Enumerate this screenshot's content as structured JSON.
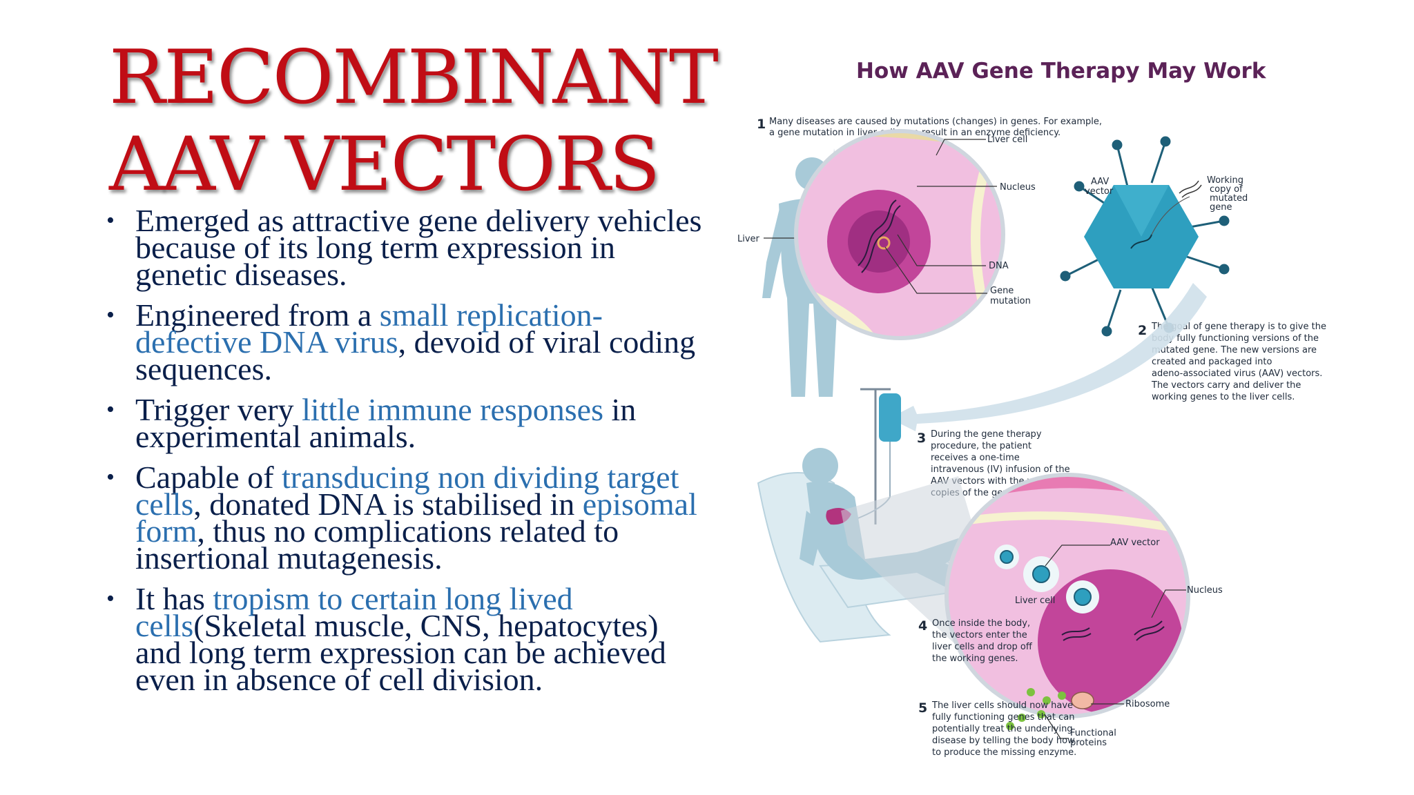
{
  "slide": {
    "title_line1": "RECOMBINANT",
    "title_line2": "AAV VECTORS",
    "bullets": [
      [
        {
          "t": "Emerged as attractive gene delivery vehicles because of its long term expression in genetic diseases.",
          "hl": false
        }
      ],
      [
        {
          "t": "Engineered from a ",
          "hl": false
        },
        {
          "t": "small replication-defective DNA virus",
          "hl": true
        },
        {
          "t": ", devoid of viral coding sequences.",
          "hl": false
        }
      ],
      [
        {
          "t": "Trigger very ",
          "hl": false
        },
        {
          "t": "little immune responses",
          "hl": true
        },
        {
          "t": " in experimental animals.",
          "hl": false
        }
      ],
      [
        {
          "t": "Capable of ",
          "hl": false
        },
        {
          "t": "transducing non dividing target cells",
          "hl": true
        },
        {
          "t": ", donated DNA is stabilised in ",
          "hl": false
        },
        {
          "t": "episomal form",
          "hl": true
        },
        {
          "t": ", thus no complications related to insertional mutagenesis.",
          "hl": false
        }
      ],
      [
        {
          "t": "It has ",
          "hl": false
        },
        {
          "t": "tropism to certain long lived cells",
          "hl": true
        },
        {
          "t": "(Skeletal muscle, CNS, hepatocytes) and long term expression can be achieved even in absence of cell division.",
          "hl": false
        }
      ]
    ],
    "bullet_symbol": "•"
  },
  "figure": {
    "title": "How AAV Gene Therapy May Work",
    "steps": {
      "s1": {
        "num": "1",
        "lines": [
          "Many diseases are caused by mutations (changes) in genes. For example,",
          "a gene mutation in liver cells can result in an enzyme deficiency."
        ]
      },
      "s2": {
        "num": "2",
        "lines": [
          "The goal of gene therapy is to give the",
          "body fully functioning versions of the",
          "mutated gene. The new versions are",
          "created and packaged into",
          "adeno-associated virus (AAV) vectors.",
          "The vectors carry and deliver the",
          "working genes to the liver cells."
        ]
      },
      "s3": {
        "num": "3",
        "lines": [
          "During the gene therapy",
          "procedure, the patient",
          "receives a one-time",
          "intravenous (IV) infusion of the",
          "AAV vectors with the working",
          "copies of the gene inside."
        ]
      },
      "s4": {
        "num": "4",
        "lines": [
          "Once inside the body,",
          "the vectors enter the",
          "liver cells and drop off",
          "the working genes."
        ]
      },
      "s5": {
        "num": "5",
        "lines": [
          "The liver cells should now have",
          "fully functioning genes that can",
          "potentially treat the underlying",
          "disease by telling the body how",
          "to produce the missing enzyme."
        ]
      }
    },
    "labels": {
      "liver": "Liver",
      "liver_cell_1": "Liver cell",
      "nucleus_1": "Nucleus",
      "dna": "DNA",
      "gene_mutation": [
        "Gene",
        "mutation"
      ],
      "aav_vector_1": [
        "AAV",
        "vector"
      ],
      "working_copy": [
        "Working",
        "copy of",
        "mutated",
        "gene"
      ],
      "aav_vector_2": "AAV vector",
      "liver_cell_2": "Liver cell",
      "nucleus_2": "Nucleus",
      "ribosome": "Ribosome",
      "functional_proteins": [
        "Functional",
        "proteins"
      ]
    },
    "colors": {
      "title": "#5b2257",
      "body": "#a8cad8",
      "liver": "#b2347e",
      "cell": "#f1bfe0",
      "nucleus": "#c2459a",
      "virus": "#2e9fbf",
      "protein": "#7cc23f"
    }
  }
}
